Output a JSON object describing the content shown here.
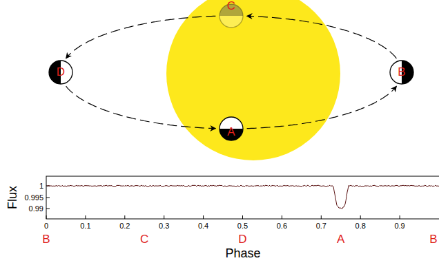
{
  "diagram": {
    "nodes": [
      {
        "text": [
          "C"
        ]
      },
      {
        "text": [
          "D"
        ]
      },
      {
        "text": [
          "B"
        ]
      },
      {
        "text": [
          "A"
        ]
      }
    ],
    "edges": [
      {
        "from": 1,
        "to": 3,
        "arrow": "to"
      },
      {
        "from": 3,
        "to": 2,
        "arrow": "to"
      },
      {
        "from": 2,
        "to": 0,
        "arrow": "to"
      },
      {
        "from": 0,
        "to": 1,
        "arrow": "to"
      }
    ],
    "labels": [
      "1",
      "0.995",
      "0.99",
      "0",
      "0.1",
      "0.2",
      "0.3",
      "0.4",
      "0.5",
      "0.6",
      "0.7",
      "0.8",
      "0.9",
      "B",
      "C",
      "D",
      "A",
      "B",
      "Flux",
      "Phase"
    ]
  }
}
